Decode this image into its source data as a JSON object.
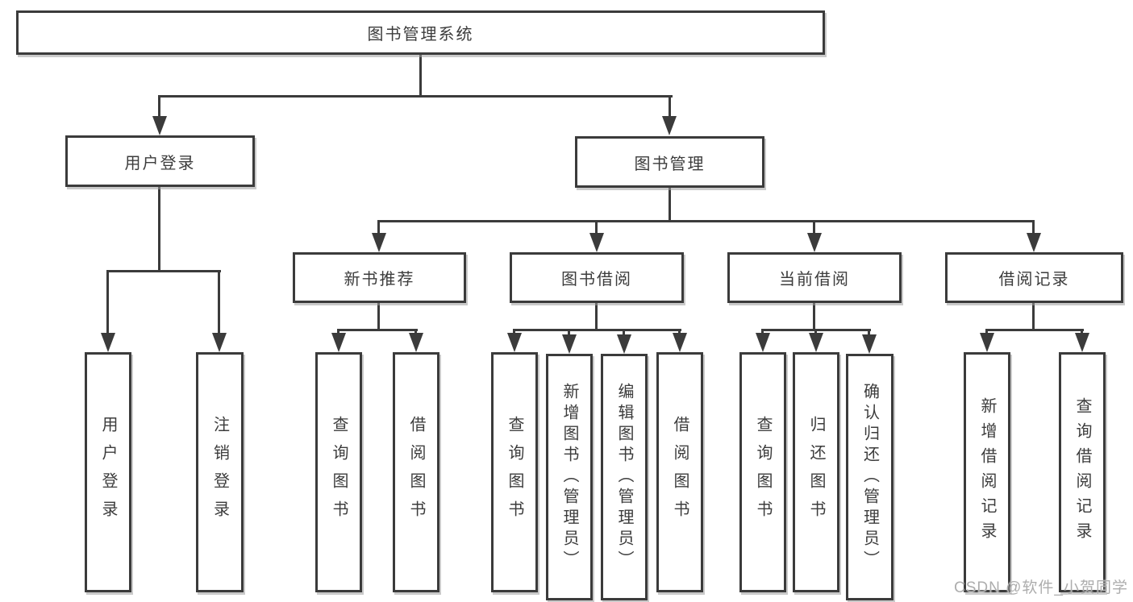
{
  "diagram": {
    "root": {
      "label": "图书管理系统"
    },
    "level2": [
      {
        "label": "用户登录"
      },
      {
        "label": "图书管理"
      }
    ],
    "level3": [
      {
        "label": "新书推荐",
        "parent": "图书管理"
      },
      {
        "label": "图书借阅",
        "parent": "图书管理"
      },
      {
        "label": "当前借阅",
        "parent": "图书管理"
      },
      {
        "label": "借阅记录",
        "parent": "图书管理"
      }
    ],
    "leaves": [
      {
        "label": "用户登录",
        "parent": "用户登录"
      },
      {
        "label": "注销登录",
        "parent": "用户登录"
      },
      {
        "label": "查询图书",
        "parent": "新书推荐"
      },
      {
        "label": "借阅图书",
        "parent": "新书推荐"
      },
      {
        "label": "查询图书",
        "parent": "图书借阅"
      },
      {
        "label": "新增图书（管理员）",
        "parent": "图书借阅"
      },
      {
        "label": "编辑图书（管理员）",
        "parent": "图书借阅"
      },
      {
        "label": "借阅图书",
        "parent": "图书借阅"
      },
      {
        "label": "查询图书",
        "parent": "当前借阅"
      },
      {
        "label": "归还图书",
        "parent": "当前借阅"
      },
      {
        "label": "确认归还（管理员）",
        "parent": "当前借阅"
      },
      {
        "label": "新增借阅记录",
        "parent": "借阅记录"
      },
      {
        "label": "查询借阅记录",
        "parent": "借阅记录"
      }
    ]
  },
  "watermark": {
    "text": "CSDN @软件_小贺同学"
  },
  "colors": {
    "line": "#3b3b3b",
    "border": "#3b3b3b",
    "text": "#3c3c3c",
    "watermark": "#adadad"
  }
}
